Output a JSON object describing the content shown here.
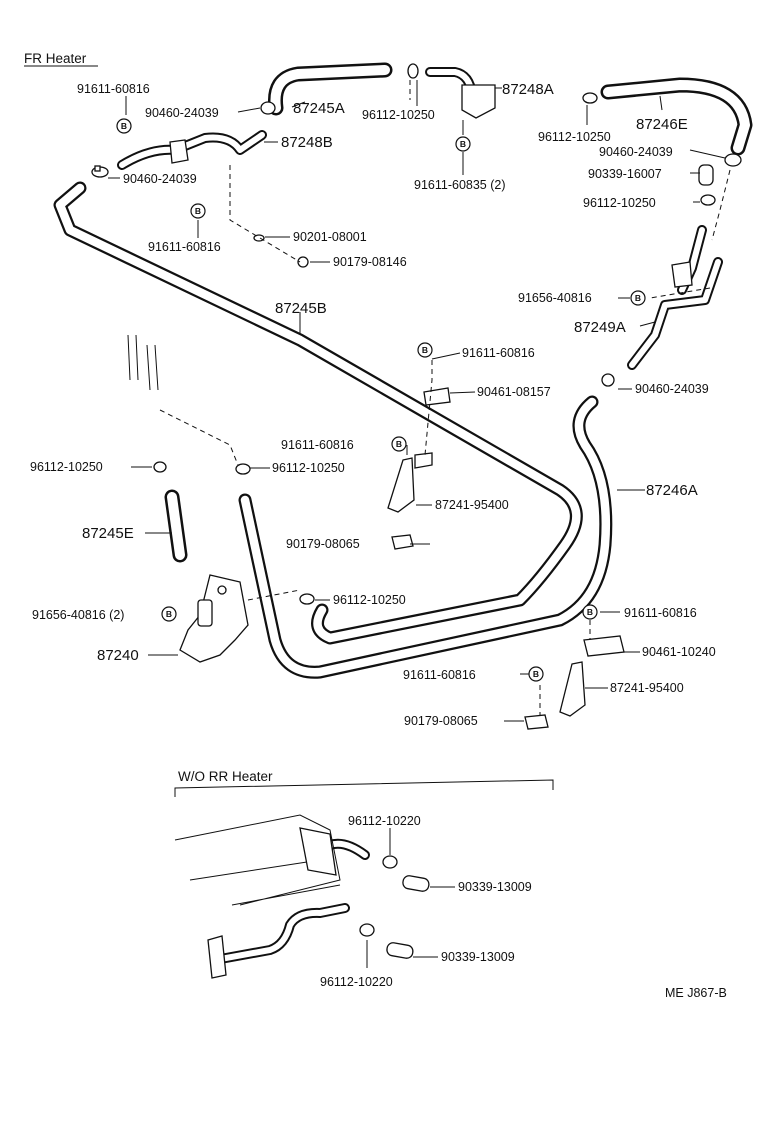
{
  "sections": {
    "fr_heater": "FR Heater",
    "wo_rr_heater": "W/O RR Heater"
  },
  "marker_letter": "B",
  "labels": {
    "l_91611_60816_a": "91611-60816",
    "l_90460_24039_a": "90460-24039",
    "l_87245A": "87245A",
    "l_96112_10250_a": "96112-10250",
    "l_87248A": "87248A",
    "l_87248B": "87248B",
    "l_91611_60835": "91611-60835 (2)",
    "l_90460_24039_b": "90460-24039",
    "l_91611_60816_b": "91611-60816",
    "l_90201_08001": "90201-08001",
    "l_90179_08146": "90179-08146",
    "l_96112_10250_b": "96112-10250",
    "l_87246E": "87246E",
    "l_90460_24039_c": "90460-24039",
    "l_90339_16007": "90339-16007",
    "l_96112_10250_c": "96112-10250",
    "l_91656_40816_a": "91656-40816",
    "l_87249A": "87249A",
    "l_90460_24039_d": "90460-24039",
    "l_87245B": "87245B",
    "l_91611_60816_c": "91611-60816",
    "l_90461_08157": "90461-08157",
    "l_91611_60816_d": "91611-60816",
    "l_96112_10250_d": "96112-10250",
    "l_96112_10250_e": "96112-10250",
    "l_87246A": "87246A",
    "l_87241_95400_a": "87241-95400",
    "l_87245E": "87245E",
    "l_90179_08065_a": "90179-08065",
    "l_96112_10250_f": "96112-10250",
    "l_91656_40816_b": "91656-40816 (2)",
    "l_87240": "87240",
    "l_91611_60816_e": "91611-60816",
    "l_90461_10240": "90461-10240",
    "l_91611_60816_f": "91611-60816",
    "l_87241_95400_b": "87241-95400",
    "l_90179_08065_b": "90179-08065",
    "l_96112_10220_a": "96112-10220",
    "l_90339_13009_a": "90339-13009",
    "l_90339_13009_b": "90339-13009",
    "l_96112_10220_b": "96112-10220",
    "l_drawing_code": "ME J867-B"
  }
}
